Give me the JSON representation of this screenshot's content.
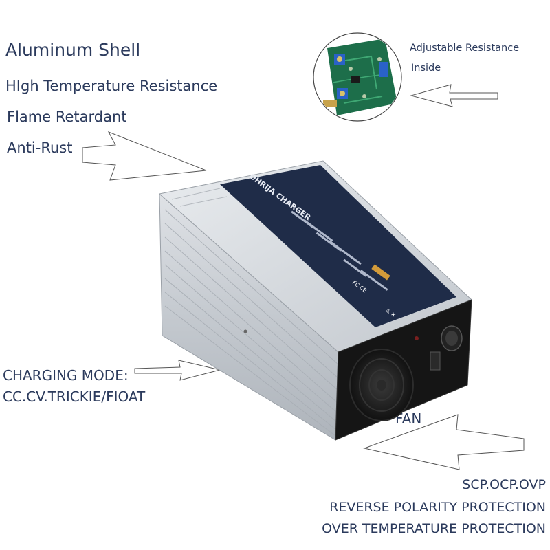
{
  "features": {
    "shell": "Aluminum Shell",
    "high_temp": "HIgh Temperature Resistance",
    "flame": "Flame Retardant",
    "rust": "Anti-Rust"
  },
  "inset": {
    "line1": "Adjustable Resistance",
    "line2": "Inside"
  },
  "charging": {
    "line1": "CHARGING MODE:",
    "line2": "CC.CV.TRICKIE/FIOAT"
  },
  "fan": "FAN",
  "protection": {
    "line1": "SCP.OCP.OVP",
    "line2": "REVERSE POLARITY PROTECTION",
    "line3": "OVER TEMPERATURE PROTECTION"
  },
  "product_label": {
    "brand": "OHRIJA CHARGER"
  },
  "colors": {
    "text": "#2b3a5c",
    "label_panel": "#1f2c48",
    "shell": "#cfd3d8",
    "pcb": "#1d6e4a"
  }
}
